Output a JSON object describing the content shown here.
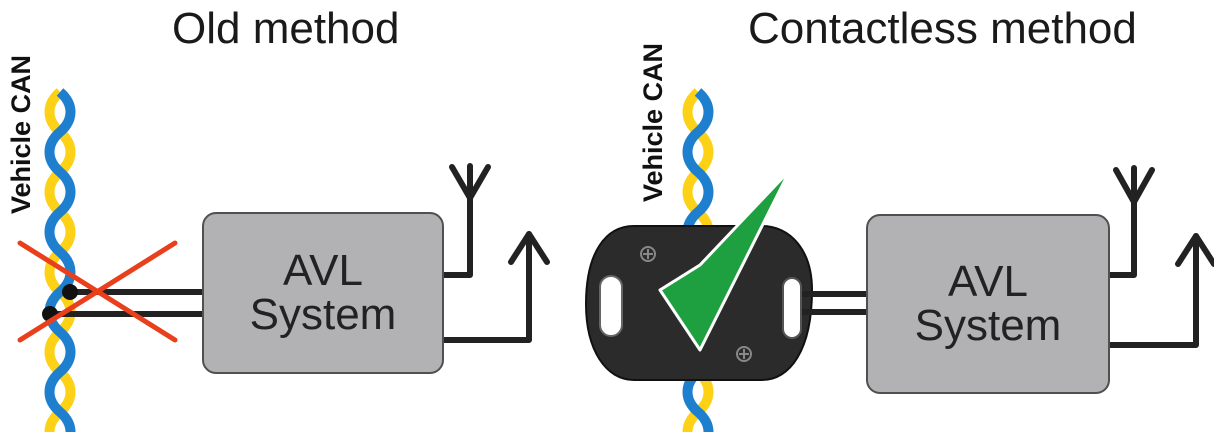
{
  "left_panel": {
    "title": "Old method",
    "can_label": "Vehicle CAN",
    "box": {
      "line1": "AVL",
      "line2": "System"
    }
  },
  "right_panel": {
    "title": "Contactless method",
    "can_label": "Vehicle CAN",
    "box": {
      "line1": "AVL",
      "line2": "System"
    }
  },
  "colors": {
    "wire_blue": "#1e7fcf",
    "wire_yellow": "#fcd116",
    "cross_red": "#e8401c",
    "check_green": "#1fa040",
    "box_fill": "#b2b2b4",
    "reader_fill": "#2b2b2b"
  }
}
